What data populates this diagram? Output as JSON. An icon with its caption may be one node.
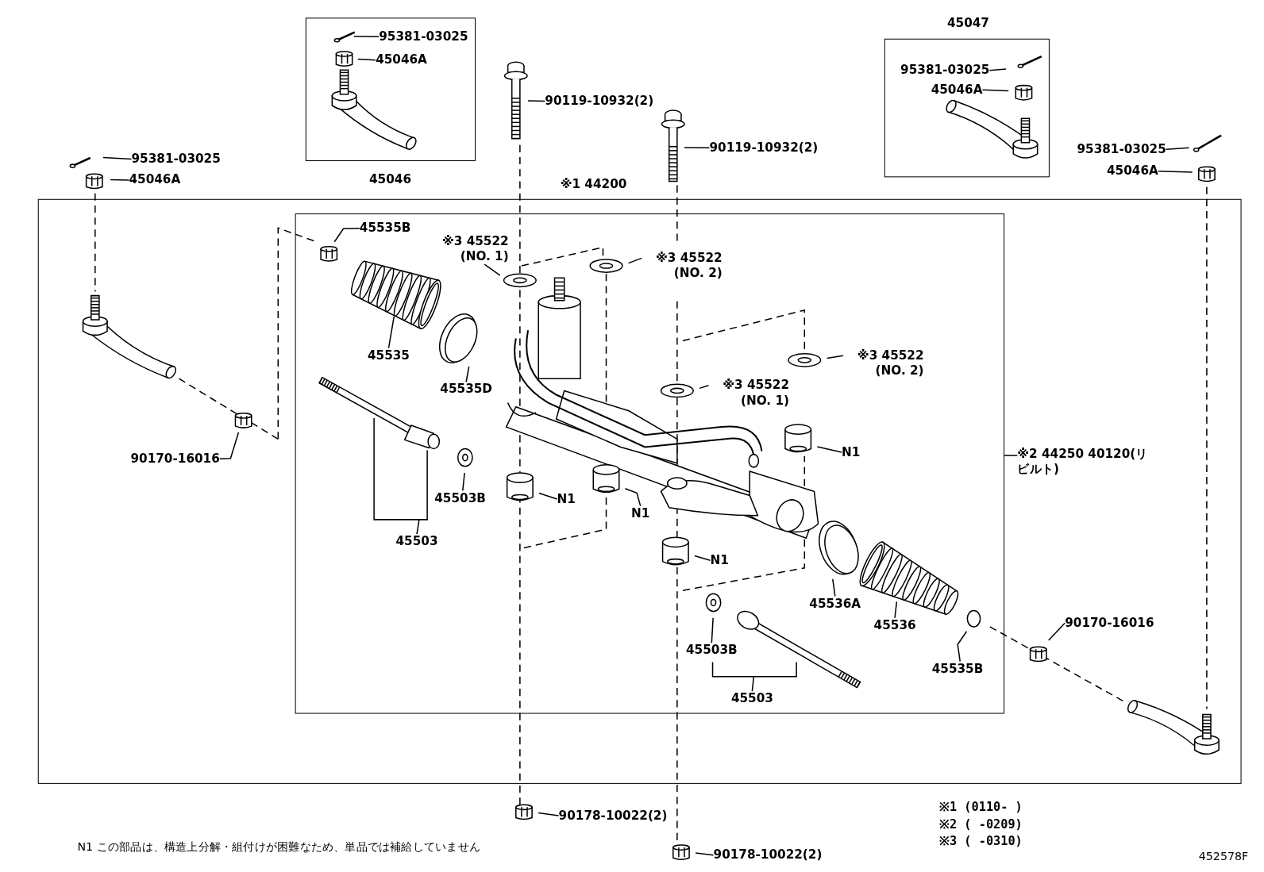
{
  "diagram": {
    "nodes": [
      {
        "text": [
          "※1 44200"
        ]
      },
      {
        "text": [],
        "shape": "box",
        "in": 0
      },
      {
        "text": [
          "45046"
        ]
      },
      {
        "text": [
          "95381-03025"
        ],
        "in": 2
      },
      {
        "text": [
          "45046A"
        ],
        "in": 2
      },
      {
        "text": [
          "45047"
        ]
      },
      {
        "text": [
          "95381-03025"
        ],
        "in": 5
      },
      {
        "text": [
          "45046A"
        ],
        "in": 5
      },
      {
        "text": [
          "95381-03025"
        ]
      },
      {
        "text": [
          "45046A"
        ]
      },
      {
        "text": [
          "90119-10932(2)"
        ]
      },
      {
        "text": [
          "90119-10932(2)"
        ]
      },
      {
        "text": [
          "95381-03025"
        ]
      },
      {
        "text": [
          "45046A"
        ]
      },
      {
        "text": [
          "※2 44250 40120(リビルト)"
        ],
        "in": 0
      },
      {
        "text": [
          "90170-16016"
        ],
        "in": 0
      },
      {
        "text": [
          "90170-16016"
        ],
        "in": 0
      },
      {
        "text": [
          "45535B"
        ],
        "in": 1
      },
      {
        "text": [
          "※3 45522 (NO. 1)"
        ],
        "in": 1
      },
      {
        "text": [
          "※3 45522 (NO. 2)"
        ],
        "in": 1
      },
      {
        "text": [
          "45535"
        ],
        "in": 1
      },
      {
        "text": [
          "45535D"
        ],
        "in": 1
      },
      {
        "text": [
          "※3 45522 (NO. 2)"
        ],
        "in": 1
      },
      {
        "text": [
          "※3 45522 (NO. 1)"
        ],
        "in": 1
      },
      {
        "text": [
          "N1"
        ],
        "in": 1
      },
      {
        "text": [
          "N1"
        ],
        "in": 1
      },
      {
        "text": [
          "N1"
        ],
        "in": 1
      },
      {
        "text": [
          "45503B"
        ],
        "in": 1
      },
      {
        "text": [
          "45503"
        ],
        "in": 1
      },
      {
        "text": [
          "N1"
        ],
        "in": 1
      },
      {
        "text": [
          "45536A"
        ],
        "in": 1
      },
      {
        "text": [
          "45536"
        ],
        "in": 1
      },
      {
        "text": [
          "45503B"
        ],
        "in": 1
      },
      {
        "text": [
          "45535B"
        ],
        "in": 1
      },
      {
        "text": [
          "45503"
        ],
        "in": 1
      },
      {
        "text": [
          "90178-10022(2)"
        ]
      },
      {
        "text": [
          "90178-10022(2)"
        ]
      }
    ],
    "edges": [
      {
        "from": 3,
        "to": null,
        "arrow": "none"
      },
      {
        "from": 4,
        "to": null,
        "arrow": "none"
      },
      {
        "from": 6,
        "to": null,
        "arrow": "none"
      },
      {
        "from": 7,
        "to": null,
        "arrow": "none"
      },
      {
        "from": 8,
        "to": null,
        "arrow": "none"
      },
      {
        "from": 9,
        "to": null,
        "arrow": "none"
      },
      {
        "from": 10,
        "to": null,
        "arrow": "none"
      },
      {
        "from": 11,
        "to": null,
        "arrow": "none"
      },
      {
        "from": 12,
        "to": null,
        "arrow": "none"
      },
      {
        "from": 13,
        "to": null,
        "arrow": "none"
      },
      {
        "from": 14,
        "to": 1,
        "arrow": "none"
      },
      {
        "from": 15,
        "to": null,
        "arrow": "none"
      },
      {
        "from": 16,
        "to": null,
        "arrow": "none"
      },
      {
        "from": 17,
        "to": null,
        "arrow": "none"
      },
      {
        "from": 18,
        "to": null,
        "arrow": "none"
      },
      {
        "from": 19,
        "to": null,
        "arrow": "none"
      },
      {
        "from": 20,
        "to": null,
        "arrow": "none"
      },
      {
        "from": 21,
        "to": null,
        "arrow": "none"
      },
      {
        "from": 22,
        "to": null,
        "arrow": "none"
      },
      {
        "from": 23,
        "to": null,
        "arrow": "none"
      },
      {
        "from": 24,
        "to": null,
        "arrow": "none"
      },
      {
        "from": 25,
        "to": null,
        "arrow": "none"
      },
      {
        "from": 26,
        "to": null,
        "arrow": "none"
      },
      {
        "from": 27,
        "to": null,
        "arrow": "none"
      },
      {
        "from": 28,
        "to": null,
        "arrow": "none"
      },
      {
        "from": 29,
        "to": null,
        "arrow": "none"
      },
      {
        "from": 30,
        "to": null,
        "arrow": "none"
      },
      {
        "from": 31,
        "to": null,
        "arrow": "none"
      },
      {
        "from": 32,
        "to": null,
        "arrow": "none"
      },
      {
        "from": 33,
        "to": null,
        "arrow": "none"
      },
      {
        "from": 34,
        "to": null,
        "arrow": "none"
      },
      {
        "from": 35,
        "to": null,
        "arrow": "none"
      },
      {
        "from": 36,
        "to": null,
        "arrow": "none"
      }
    ],
    "labels": [
      "※1 (0110- )",
      "※2 ( -0209)",
      "※3 ( -0310)",
      "N1 この部品は、構造上分解・組付けが困難なため、単品では補給していません",
      "452578F"
    ]
  }
}
